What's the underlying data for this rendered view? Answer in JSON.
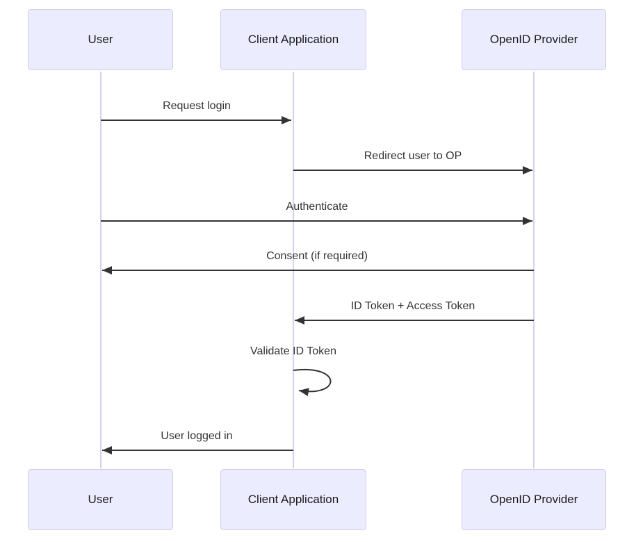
{
  "diagram": {
    "type": "sequence-diagram",
    "topic": "OpenID login flow",
    "actors": [
      {
        "id": "user",
        "label": "User"
      },
      {
        "id": "client",
        "label": "Client Application"
      },
      {
        "id": "openid",
        "label": "OpenID Provider"
      }
    ],
    "messages": [
      {
        "from": "user",
        "to": "client",
        "label": "Request login",
        "arrow": "solid-right"
      },
      {
        "from": "client",
        "to": "openid",
        "label": "Redirect user to OP",
        "arrow": "solid-right"
      },
      {
        "from": "user",
        "to": "openid",
        "label": "Authenticate",
        "arrow": "solid-right"
      },
      {
        "from": "openid",
        "to": "user",
        "label": "Consent (if required)",
        "arrow": "solid-left"
      },
      {
        "from": "openid",
        "to": "client",
        "label": "ID Token + Access Token",
        "arrow": "solid-left"
      },
      {
        "from": "client",
        "to": "client",
        "label": "Validate ID Token",
        "arrow": "self-loop"
      },
      {
        "from": "client",
        "to": "user",
        "label": "User logged in",
        "arrow": "solid-left"
      }
    ],
    "colors": {
      "background": "#FFFFFF",
      "actor_fill": "#ECECFF",
      "actor_border": "#D2C7EE",
      "lifeline": "#D8CFEF",
      "arrow": "#333333",
      "message_text": "#333333",
      "actor_text": "#1A1A1A"
    }
  }
}
